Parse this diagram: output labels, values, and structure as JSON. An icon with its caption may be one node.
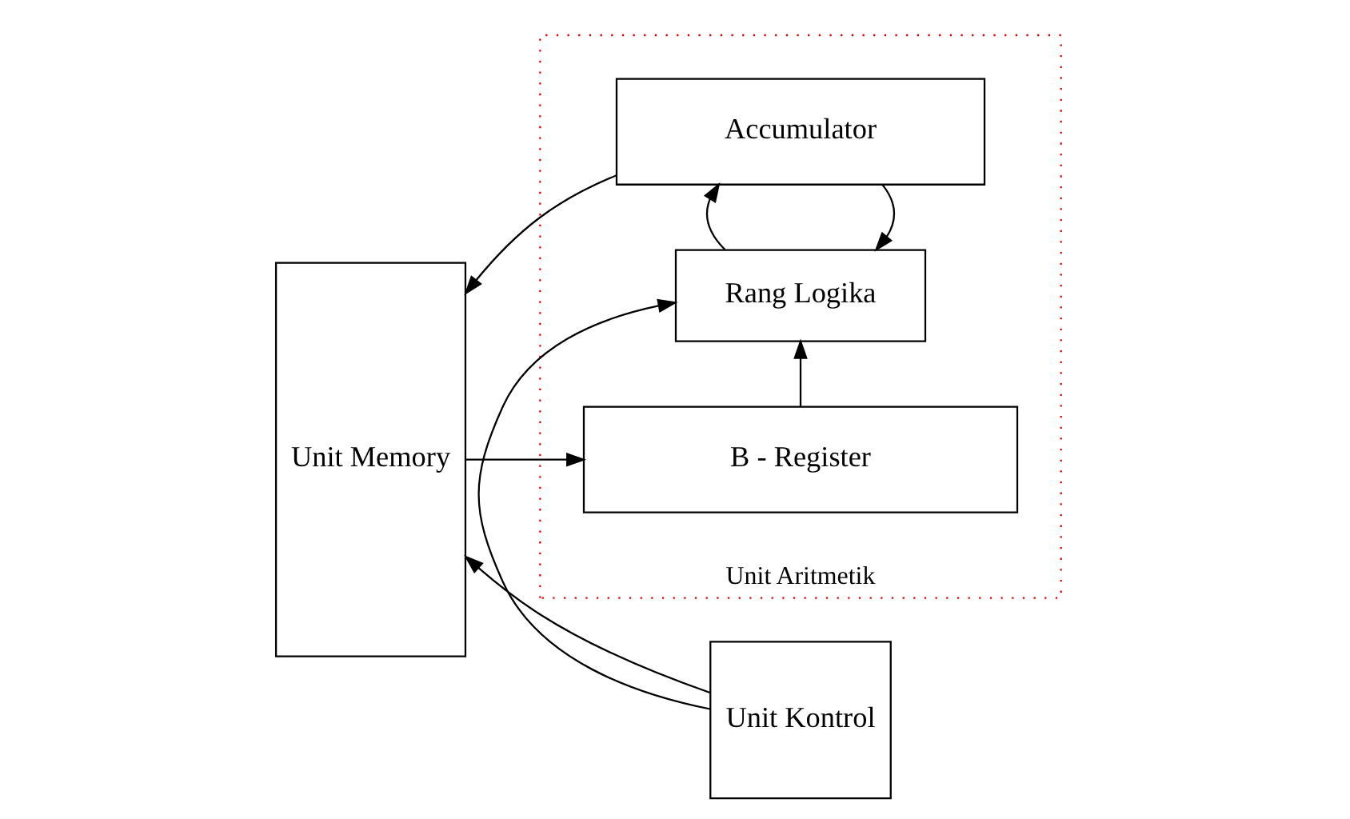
{
  "diagram": {
    "nodes": [
      {
        "text": [
          "Unit Memory"
        ]
      },
      {
        "text": [
          "Unit Aritmetik"
        ]
      },
      {
        "text": [
          "Accumulator"
        ],
        "in": 1
      },
      {
        "text": [
          "Rang Logika"
        ],
        "in": 1
      },
      {
        "text": [
          "B - Register"
        ],
        "in": 1
      },
      {
        "text": [
          "Unit Kontrol"
        ]
      }
    ],
    "edges": [
      {
        "from": 2,
        "to": 0,
        "arrow": "to"
      },
      {
        "from": 2,
        "to": 3,
        "arrow": "to"
      },
      {
        "from": 3,
        "to": 2,
        "arrow": "to"
      },
      {
        "from": 4,
        "to": 3,
        "arrow": "to"
      },
      {
        "from": 0,
        "to": 4,
        "arrow": "to"
      },
      {
        "from": 5,
        "to": 3,
        "arrow": "to"
      },
      {
        "from": 5,
        "to": 0,
        "arrow": "to"
      }
    ]
  }
}
